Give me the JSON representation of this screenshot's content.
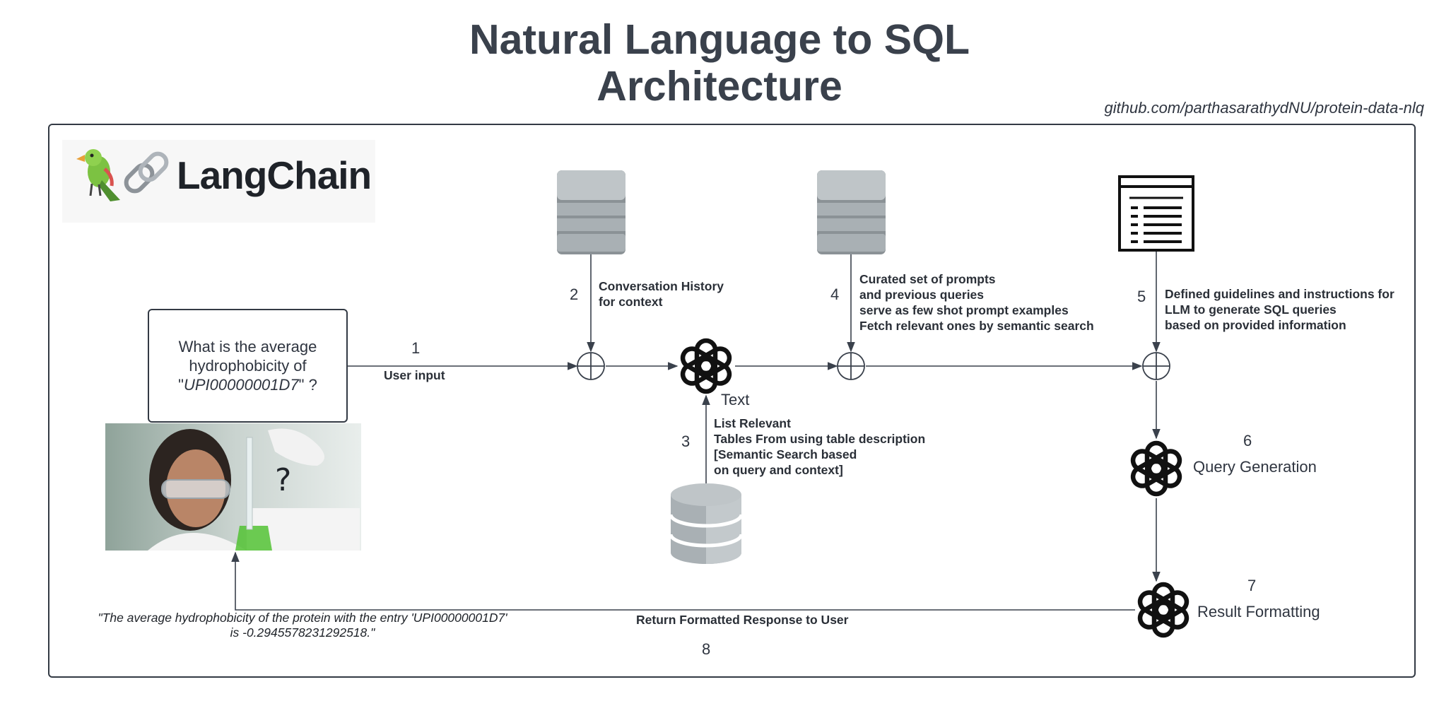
{
  "title": {
    "line1": "Natural Language to SQL",
    "line2": "Architecture"
  },
  "repo_link": "github.com/parthasarathydNU/protein-data-nlq",
  "logo": {
    "text": "LangChain",
    "icons": [
      "parrot-icon",
      "chain-link-icon"
    ]
  },
  "question": {
    "prefix": "What is the average hydrophobicity of \"",
    "entry": "UPI00000001D7",
    "suffix": "\" ?"
  },
  "steps": [
    {
      "number": "1",
      "label": "User input"
    },
    {
      "number": "2",
      "label_lines": [
        "Conversation History",
        "for context"
      ]
    },
    {
      "number": "3",
      "label_lines": [
        "List Relevant",
        "Tables From using table description",
        "[Semantic Search based",
        "on query and context]"
      ]
    },
    {
      "number": "4",
      "label_lines": [
        "Curated set of prompts",
        "and previous queries",
        "serve as few shot prompt examples",
        "Fetch relevant ones by semantic search"
      ]
    },
    {
      "number": "5",
      "label_lines": [
        "Defined guidelines and instructions for",
        "LLM to generate SQL queries",
        "based on provided information"
      ]
    },
    {
      "number": "6",
      "label": "Query Generation"
    },
    {
      "number": "7",
      "label": "Result Formatting"
    },
    {
      "number": "8",
      "label": "Return Formatted Response to User"
    }
  ],
  "llm_text_label": "Text",
  "answer": {
    "line1": "\"The average hydrophobicity of the protein with the entry 'UPI00000001D7'",
    "line2": "is -0.2945578231292518.\""
  },
  "icons": {
    "database": "database-icon",
    "document": "document-list-icon",
    "llm": "openai-logo-icon",
    "junction": "sum-junction-icon",
    "user_photo": "scientist-photo"
  },
  "colors": {
    "line": "#3a414c",
    "database": "#a9b0b4",
    "database_dark": "#8b9296",
    "text": "#2f3540"
  }
}
